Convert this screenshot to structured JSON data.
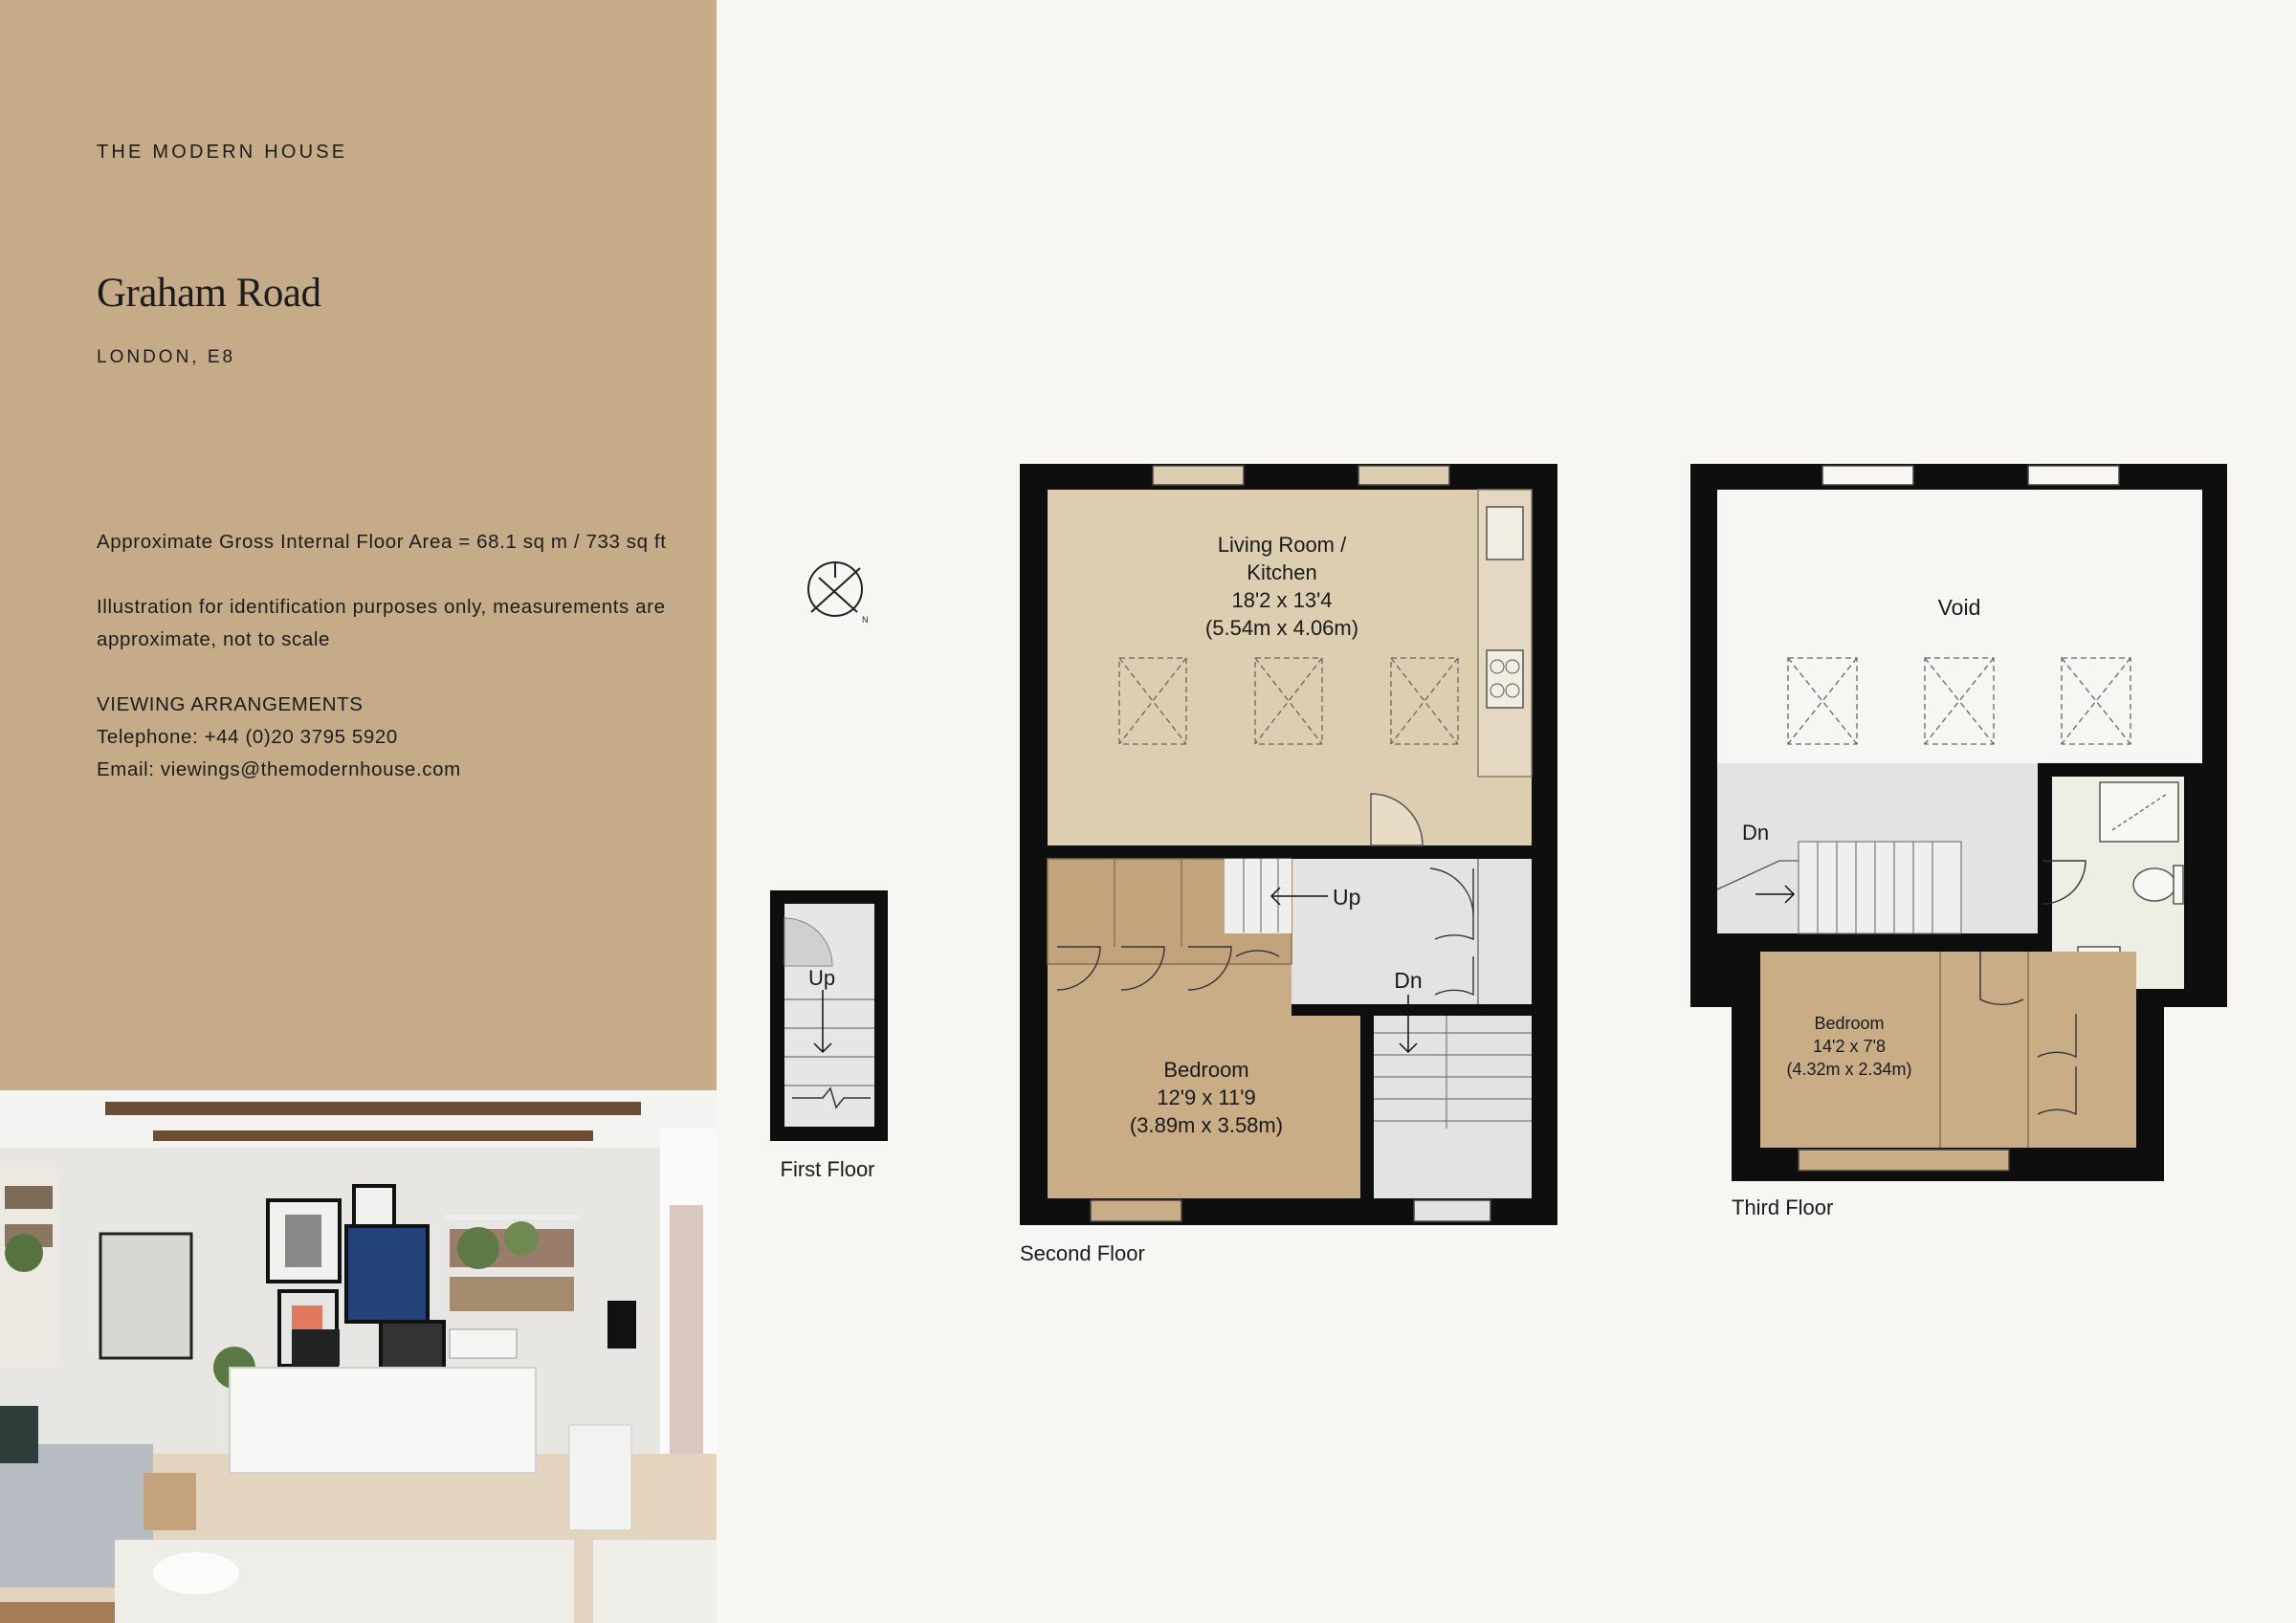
{
  "brand": {
    "name": "THE MODERN HOUSE"
  },
  "property": {
    "title": "Graham Road",
    "location": "LONDON, E8"
  },
  "details": {
    "floor_area": "Approximate Gross Internal Floor Area = 68.1 sq m / 733 sq ft",
    "disclaimer_line1": "Illustration for identification purposes only, measurements are",
    "disclaimer_line2": "approximate, not to scale",
    "viewing_heading": "VIEWING ARRANGEMENTS",
    "telephone": "Telephone: +44 (0)20 3795 5920",
    "email": "Email: viewings@themodernhouse.com"
  },
  "compass": {
    "label": "N"
  },
  "floors": {
    "first": {
      "label": "First Floor",
      "stair_label": "Up"
    },
    "second": {
      "label": "Second Floor",
      "living": {
        "name_line1": "Living Room /",
        "name_line2": "Kitchen",
        "dims_imperial": "18'2 x 13'4",
        "dims_metric": "(5.54m x 4.06m)"
      },
      "bedroom": {
        "name": "Bedroom",
        "dims_imperial": "12'9 x 11'9",
        "dims_metric": "(3.89m x 3.58m)"
      },
      "stair_up": "Up",
      "stair_down": "Dn"
    },
    "third": {
      "label": "Third Floor",
      "void": "Void",
      "stair_down": "Dn",
      "bedroom": {
        "name": "Bedroom",
        "dims_imperial": "14'2 x 7'8",
        "dims_metric": "(4.32m x 2.34m)"
      }
    }
  },
  "colors": {
    "sidebar_bg": "#c6ab88",
    "page_bg": "#f7f6f3",
    "wall": "#0e0e0e",
    "living_room": "#ddceb2",
    "bedroom": "#c9ad87",
    "circulation": "#e3e3e3",
    "bathroom": "#efeee4"
  }
}
